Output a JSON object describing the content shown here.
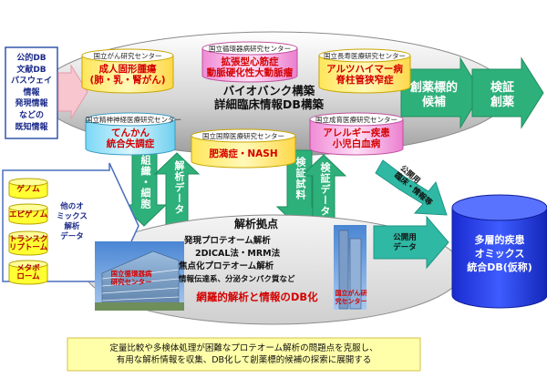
{
  "known_info": {
    "lines": [
      "公的DB",
      "文献DB",
      "パスウェイ",
      "情報",
      "発現情報",
      "などの",
      "既知情報"
    ]
  },
  "center": {
    "title_line1": "バイオバンク構築",
    "title_line2": "詳細臨床情報DB構築"
  },
  "centers": [
    {
      "id": "cancer",
      "name": "国立がん研究センター",
      "lines": [
        "成人固形腫瘍",
        "(肺・乳・腎がん)"
      ],
      "color": "#d40000"
    },
    {
      "id": "cardio",
      "name": "国立循環器病研究センター",
      "lines": [
        "拡張型心筋症",
        "動脈硬化性大動脈瘤"
      ],
      "color": "#d40000"
    },
    {
      "id": "geriatric",
      "name": "国立長寿医療研究センター",
      "lines": [
        "アルツハイマー病",
        "脊柱管狭窄症"
      ],
      "color": "#d40000"
    },
    {
      "id": "neuro",
      "name": "国立精神神経医療研究センター",
      "lines": [
        "てんかん",
        "統合失調症"
      ],
      "color": "#d40000"
    },
    {
      "id": "global",
      "name": "国立国際医療研究センター",
      "lines": [
        "肥満症・NASH"
      ],
      "color": "#d40000"
    },
    {
      "id": "child",
      "name": "国立成育医療研究センター",
      "lines": [
        "アレルギー疾患",
        "小児白血病"
      ],
      "color": "#d40000"
    }
  ],
  "right_arrows": {
    "drug_target": [
      "創薬標的",
      "候補"
    ],
    "validation": [
      "検証",
      "創薬"
    ]
  },
  "vertical_arrows": {
    "clinical_samples": "組織・細胞",
    "analysis_data": "解析データ",
    "validation_samples": "検証試料",
    "validation_data": "検証データ"
  },
  "public_arrows": {
    "upper": [
      "公開用",
      "臨床・情報等"
    ],
    "lower": [
      "公開用",
      "データ"
    ]
  },
  "omics": {
    "items": [
      "ゲノム",
      "エピゲノム",
      "トランスク\nリプトーム",
      "メタボ\nローム"
    ],
    "label_lines": [
      "他のオ",
      "ミックス",
      "解析",
      "データ"
    ]
  },
  "analysis_hub": {
    "title": "解析拠点",
    "lines": [
      "発現プロテオーム解析",
      "2DICAL法・MRM法",
      "焦点化プロテオーム解析",
      "情報伝達系、分泌タンパク質など"
    ],
    "bottom": "網羅的解析と情報のDB化",
    "building_left": "国立循環器病\n研究センター",
    "building_right": "国立がん研\n究センター"
  },
  "integrated_db": {
    "lines": [
      "多層的疾患",
      "オミックス",
      "統合DB(仮称)"
    ]
  },
  "note": {
    "lines": [
      "定量比較や多検体処理が困難なプロテオーム解析の問題点を克服し、",
      "有用な解析情報を収集、DB化して創薬標的候補の探索に展開する"
    ]
  },
  "colors": {
    "green_arrow": "#2eb07a",
    "teal_arrow": "#2fb8a4",
    "yellow": "#ffff66",
    "db_blue": "#1f33e0",
    "red_text": "#d40000"
  }
}
